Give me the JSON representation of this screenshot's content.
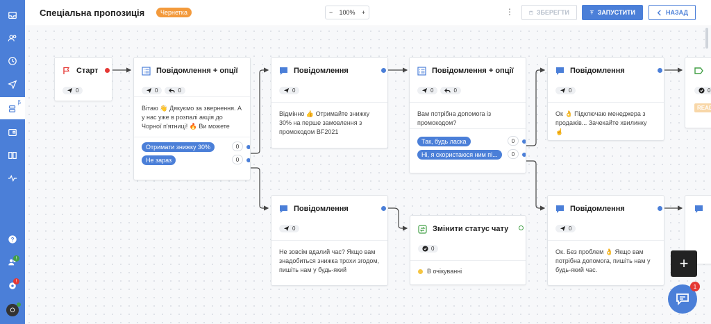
{
  "header": {
    "title": "Спеціальна пропозиція",
    "status_badge": "Чернетка",
    "zoom_minus": "−",
    "zoom_value": "100%",
    "zoom_plus": "+",
    "save_label": "ЗБЕРЕГТИ",
    "run_label": "ЗАПУСТИТИ",
    "back_label": "НАЗАД"
  },
  "sidebar": {
    "items": [
      "inbox-icon",
      "contacts-icon",
      "history-icon",
      "send-icon",
      "bots-icon",
      "templates-icon",
      "knowledge-icon",
      "analytics-icon"
    ],
    "active_item_beta": "β",
    "bottom_items": [
      "help-icon",
      "team-icon",
      "settings-icon"
    ],
    "team_badge": "!",
    "settings_badge": "!",
    "avatar": "O"
  },
  "nodes": {
    "start": {
      "title": "Старт",
      "sent": "0"
    },
    "msg_opts_1": {
      "title": "Повідомлення + опції",
      "sent": "0",
      "replied": "0",
      "text": "Вітаю 👋 Дякуємо за звернення. А у нас уже в розпалі акція до Чорної п'ятниці! 🔥 Ви можете",
      "options": [
        {
          "label": "Отримати знижку 30%",
          "count": "0"
        },
        {
          "label": "Не зараз",
          "count": "0"
        }
      ]
    },
    "msg_1": {
      "title": "Повідомлення",
      "sent": "0",
      "text": "Відмінно 👍 Отримайте знижку 30% на перше замовлення з промокодом BF2021"
    },
    "msg_opts_2": {
      "title": "Повідомлення + опції",
      "sent": "0",
      "replied": "0",
      "text": "Вам потрібна допомога із промокодом?",
      "options": [
        {
          "label": "Так, будь ласка",
          "count": "0"
        },
        {
          "label": "Ні, я скористаюся ним пі...",
          "count": "0"
        }
      ]
    },
    "msg_2": {
      "title": "Повідомлення",
      "sent": "0",
      "text": "Ок 👌 Підключаю менеджера з продажів... Зачекайте хвилинку ☝"
    },
    "msg_3": {
      "title": "Повідомлення",
      "sent": "0",
      "text": "Не зовсім вдалий час? Якщо вам знадобиться знижка трохи згодом, пишіть нам у будь-який"
    },
    "status_node": {
      "title": "Змінити статус чату",
      "done": "0",
      "status": "В очікуванні"
    },
    "msg_4": {
      "title": "Повідомлення",
      "sent": "0",
      "text": "Ок. Без проблем 👌 Якщо вам потрібна допомога, пишіть нам у будь-який час."
    },
    "partial_top": {
      "done": "0",
      "ready": "READ"
    }
  },
  "fab_label": "+",
  "chat_badge": "1",
  "colors": {
    "accent": "#4b7fd8",
    "draft": "#f39a3c",
    "start_port": "#e53935",
    "status_port": "#43a047"
  }
}
